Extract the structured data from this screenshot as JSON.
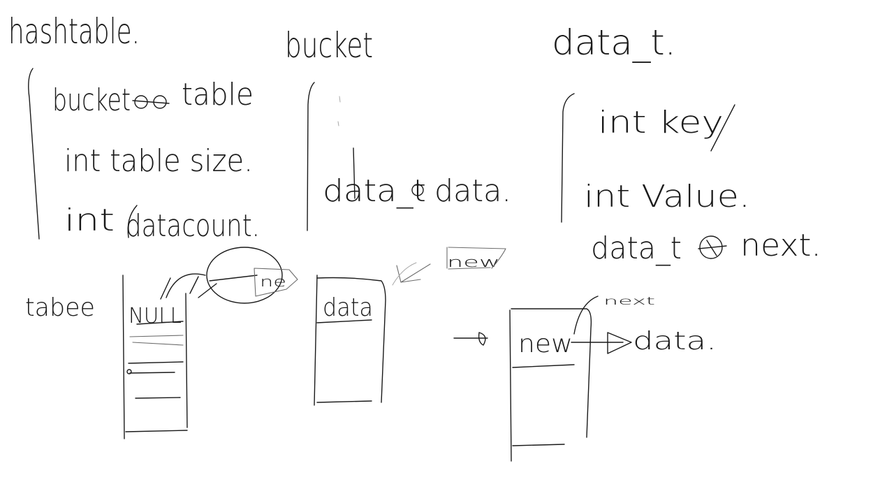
{
  "hashtable": {
    "title": "hashtable.",
    "field_table_prefix": "bucket",
    "field_table_name": "table",
    "field_size": "int table size.",
    "field_count_prefix": "int",
    "field_count_name": "datacount."
  },
  "bucket": {
    "title": "bucket",
    "field_data_type": "data_t",
    "field_data_name": "data."
  },
  "data_t": {
    "title": "data_t.",
    "field_key": "int key",
    "field_value": "int Value.",
    "field_next_type": "data_t",
    "field_next_name": "next."
  },
  "drawing": {
    "table_label": "tabee",
    "table_slot_null": "NULL",
    "table_new_note": "ne",
    "bucket_data_label": "data",
    "new_note": "new",
    "chain_new": "new",
    "chain_next_label": "next",
    "chain_data": "data."
  }
}
